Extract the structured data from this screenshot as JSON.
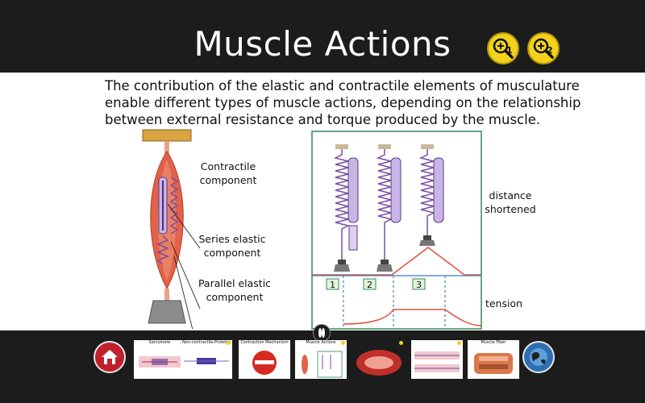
{
  "header": {
    "title": "Muscle Actions",
    "zoom_buttons": [
      {
        "label": "1"
      },
      {
        "label": "2"
      }
    ]
  },
  "intro_text": "The contribution of the elastic and contractile elements of musculature enable different types of muscle actions, depending on the relationship between external resistance and torque produced by the muscle.",
  "muscle_diagram": {
    "labels": {
      "contractile": [
        "Contractile",
        "component"
      ],
      "series": [
        "Series elastic",
        "component"
      ],
      "parallel": [
        "Parallel elastic",
        "component"
      ]
    }
  },
  "spring_diagram": {
    "stages": [
      "1",
      "2",
      "3"
    ],
    "distance_label": [
      "distance",
      "shortened"
    ],
    "tension_label": "tension"
  },
  "footer": {
    "thumbnails": [
      {
        "title": "Sarcomere"
      },
      {
        "title": "Non-contractile Proteins"
      },
      {
        "title": "Contraction Mechanism"
      },
      {
        "title": "Muscle Actions"
      },
      {
        "title": ""
      },
      {
        "title": ""
      },
      {
        "title": ""
      },
      {
        "title": "Muscle Fiber"
      }
    ]
  },
  "colors": {
    "background_dark": "#1c1c1c",
    "accent_yellow": "#f3d21b",
    "home_red": "#c0202a",
    "spring_purple": "#7b4fa0",
    "frame_green": "#2e8b57",
    "curve_red": "#e0503a",
    "line_blue": "#3a7fc4"
  }
}
